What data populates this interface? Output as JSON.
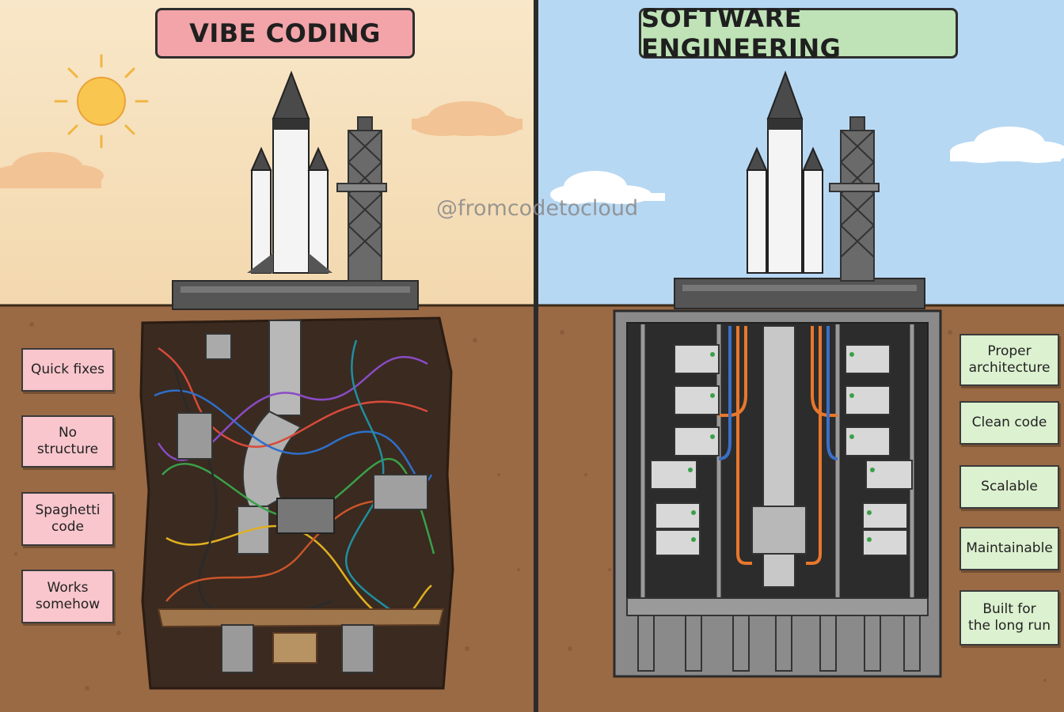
{
  "left_panel": {
    "title": "VIBE CODING",
    "labels": [
      "Quick fixes",
      "No\nstructure",
      "Spaghetti\ncode",
      "Works\nsomehow"
    ]
  },
  "right_panel": {
    "title": "SOFTWARE ENGINEERING",
    "labels": [
      "Proper\narchitecture",
      "Clean code",
      "Scalable",
      "Maintainable",
      "Built for\nthe long run"
    ]
  },
  "watermark": "@fromcodetocloud",
  "colors": {
    "vibe_title_bg": "#f3a4a8",
    "eng_title_bg": "#bfe3b7",
    "vibe_sky": "#f7e2c0",
    "eng_sky": "#b7d8f3",
    "soil": "#9a6a45",
    "label_pink": "#f8c6cc",
    "label_green": "#dcf1cf"
  },
  "icons": [
    "sun-icon",
    "cloud-icon",
    "rocket-icon",
    "launch-tower-icon",
    "tangled-wires-icon",
    "server-rack-icon"
  ]
}
